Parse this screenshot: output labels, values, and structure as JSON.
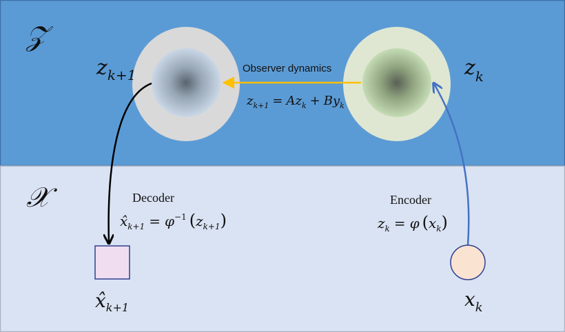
{
  "regions": {
    "latent": {
      "symbol": "𝒵",
      "color": "#5b9bd5",
      "border": "#3d6fa8"
    },
    "state": {
      "symbol": "𝒳",
      "color": "#dae3f3",
      "border": "#a9b3c2"
    }
  },
  "latent_nodes": {
    "next": {
      "var": "z",
      "sub": "k+1"
    },
    "current": {
      "var": "z",
      "sub": "k"
    }
  },
  "observer": {
    "label": "Observer dynamics",
    "equation": {
      "lhs": "z",
      "lhs_sub": "k+1",
      "eq": "=",
      "a": "Az",
      "a_sub": "k",
      "plus": "+",
      "b": "By",
      "b_sub": "k"
    },
    "arrow_color": "#ffc000"
  },
  "decoder": {
    "label": "Decoder",
    "equation": {
      "lhs": "x̂",
      "lhs_sub": "k+1",
      "eq": "=",
      "fn": "φ",
      "fn_sup": "−1",
      "open": "(",
      "arg": "z",
      "arg_sub": "k+1",
      "close": ")"
    },
    "arrow_color": "#000000"
  },
  "encoder": {
    "label": "Encoder",
    "equation": {
      "lhs": "z",
      "lhs_sub": "k",
      "eq": "=",
      "fn": "φ",
      "open": "(",
      "arg": "x",
      "arg_sub": "k",
      "close": ")"
    },
    "arrow_color": "#4472c4"
  },
  "state_nodes": {
    "estimate": {
      "var": "x̂",
      "sub": "k+1",
      "fill": "#f0def0",
      "stroke": "#2f3f8f"
    },
    "current": {
      "var": "x",
      "sub": "k",
      "fill": "#fbe3d2",
      "stroke": "#2f3f8f"
    }
  },
  "colors": {
    "halo": "#d9d9d9",
    "inner_left": "#c9d7e6",
    "inner_right": "#c5dcb5",
    "halo_right": "#dfe7d3"
  }
}
